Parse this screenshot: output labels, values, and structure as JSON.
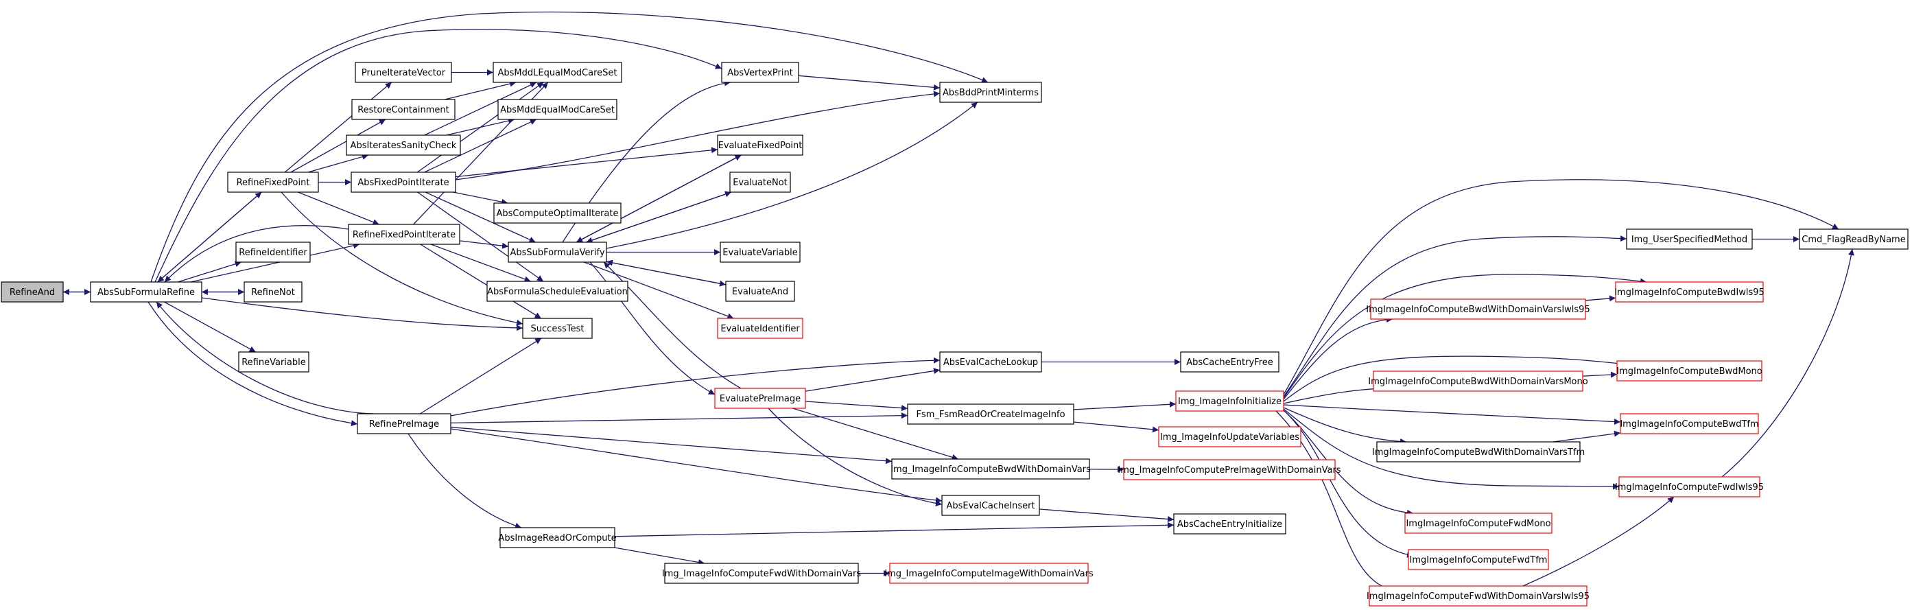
{
  "colors": {
    "edge": "#191970",
    "node_border": "#000000",
    "node_border_truncated": "#ff0000",
    "node_fill": "#ffffff",
    "root_fill": "#bfbfbf"
  },
  "nodes": {
    "RefineAnd": "RefineAnd",
    "AbsSubFormulaRefine": "AbsSubFormulaRefine",
    "RefineFixedPoint": "RefineFixedPoint",
    "RefineIdentifier": "RefineIdentifier",
    "RefineNot": "RefineNot",
    "RefineVariable": "RefineVariable",
    "RefineFixedPointIterate": "RefineFixedPointIterate",
    "RefinePreImage": "RefinePreImage",
    "PruneIterateVector": "PruneIterateVector",
    "RestoreContainment": "RestoreContainment",
    "AbsIteratesSanityCheck": "AbsIteratesSanityCheck",
    "AbsFixedPointIterate": "AbsFixedPointIterate",
    "AbsMddLEqualModCareSet": "AbsMddLEqualModCareSet",
    "AbsMddEqualModCareSet": "AbsMddEqualModCareSet",
    "AbsComputeOptimalIterate": "AbsComputeOptimalIterate",
    "AbsSubFormulaVerify": "AbsSubFormulaVerify",
    "AbsFormulaScheduleEvaluation": "AbsFormulaScheduleEvaluation",
    "SuccessTest": "SuccessTest",
    "AbsImageReadOrCompute": "AbsImageReadOrCompute",
    "AbsVertexPrint": "AbsVertexPrint",
    "EvaluateFixedPoint": "EvaluateFixedPoint",
    "EvaluateNot": "EvaluateNot",
    "EvaluateVariable": "EvaluateVariable",
    "EvaluateAnd": "EvaluateAnd",
    "EvaluateIdentifier": "EvaluateIdentifier",
    "EvaluatePreImage": "EvaluatePreImage",
    "AbsBddPrintMinterms": "AbsBddPrintMinterms",
    "AbsEvalCacheLookup": "AbsEvalCacheLookup",
    "Fsm_FsmReadOrCreateImageInfo": "Fsm_FsmReadOrCreateImageInfo",
    "Img_ImageInfoComputeBwdWithDomainVars": "Img_ImageInfoComputeBwdWithDomainVars",
    "AbsEvalCacheInsert": "AbsEvalCacheInsert",
    "Img_ImageInfoComputeFwdWithDomainVars": "Img_ImageInfoComputeFwdWithDomainVars",
    "AbsCacheEntryFree": "AbsCacheEntryFree",
    "Img_ImageInfoInitialize": "Img_ImageInfoInitialize",
    "Img_ImageInfoUpdateVariables": "Img_ImageInfoUpdateVariables",
    "Img_ImageInfoComputePreImageWithDomainVars": "Img_ImageInfoComputePreImageWithDomainVars",
    "AbsCacheEntryInitialize": "AbsCacheEntryInitialize",
    "Img_ImageInfoComputeImageWithDomainVars": "Img_ImageInfoComputeImageWithDomainVars",
    "Img_UserSpecifiedMethod": "Img_UserSpecifiedMethod",
    "ImgImageInfoComputeBwdWithDomainVarsIwls95": "ImgImageInfoComputeBwdWithDomainVarsIwls95",
    "ImgImageInfoComputeBwdWithDomainVarsMono": "ImgImageInfoComputeBwdWithDomainVarsMono",
    "ImgImageInfoComputeBwdWithDomainVarsTfm": "ImgImageInfoComputeBwdWithDomainVarsTfm",
    "ImgImageInfoComputeFwdMono": "ImgImageInfoComputeFwdMono",
    "ImgImageInfoComputeFwdTfm": "ImgImageInfoComputeFwdTfm",
    "ImgImageInfoComputeFwdWithDomainVarsIwls95": "ImgImageInfoComputeFwdWithDomainVarsIwls95",
    "Cmd_FlagReadByName": "Cmd_FlagReadByName",
    "ImgImageInfoComputeBwdIwls95": "ImgImageInfoComputeBwdIwls95",
    "ImgImageInfoComputeBwdMono": "ImgImageInfoComputeBwdMono",
    "ImgImageInfoComputeBwdTfm": "ImgImageInfoComputeBwdTfm",
    "ImgImageInfoComputeFwdIwls95": "ImgImageInfoComputeFwdIwls95"
  },
  "truncated_nodes": [
    "EvaluateIdentifier",
    "EvaluatePreImage",
    "Img_ImageInfoInitialize",
    "Img_ImageInfoUpdateVariables",
    "Img_ImageInfoComputePreImageWithDomainVars",
    "Img_ImageInfoComputeImageWithDomainVars",
    "ImgImageInfoComputeBwdWithDomainVarsIwls95",
    "ImgImageInfoComputeBwdWithDomainVarsMono",
    "ImgImageInfoComputeFwdMono",
    "ImgImageInfoComputeFwdTfm",
    "ImgImageInfoComputeFwdWithDomainVarsIwls95",
    "ImgImageInfoComputeBwdIwls95",
    "ImgImageInfoComputeBwdMono",
    "ImgImageInfoComputeBwdTfm",
    "ImgImageInfoComputeFwdIwls95"
  ],
  "root_node": "RefineAnd",
  "edges": [
    [
      "AbsSubFormulaRefine",
      "RefineAnd"
    ],
    [
      "AbsSubFormulaRefine",
      "RefineFixedPoint"
    ],
    [
      "AbsSubFormulaRefine",
      "RefineIdentifier"
    ],
    [
      "AbsSubFormulaRefine",
      "RefineNot"
    ],
    [
      "AbsSubFormulaRefine",
      "RefineVariable"
    ],
    [
      "AbsSubFormulaRefine",
      "RefineFixedPointIterate"
    ],
    [
      "AbsSubFormulaRefine",
      "RefinePreImage"
    ],
    [
      "AbsSubFormulaRefine",
      "SuccessTest"
    ],
    [
      "AbsSubFormulaRefine",
      "AbsVertexPrint"
    ],
    [
      "AbsSubFormulaRefine",
      "AbsBddPrintMinterms"
    ],
    [
      "RefineAnd",
      "AbsSubFormulaRefine"
    ],
    [
      "RefineNot",
      "AbsSubFormulaRefine"
    ],
    [
      "RefineFixedPoint",
      "AbsSubFormulaRefine"
    ],
    [
      "RefineFixedPointIterate",
      "AbsSubFormulaRefine"
    ],
    [
      "RefinePreImage",
      "AbsSubFormulaRefine"
    ],
    [
      "RefineFixedPoint",
      "PruneIterateVector"
    ],
    [
      "RefineFixedPoint",
      "RestoreContainment"
    ],
    [
      "RefineFixedPoint",
      "AbsIteratesSanityCheck"
    ],
    [
      "RefineFixedPoint",
      "AbsFixedPointIterate"
    ],
    [
      "RefineFixedPoint",
      "RefineFixedPointIterate"
    ],
    [
      "RefineFixedPoint",
      "SuccessTest"
    ],
    [
      "RefineFixedPointIterate",
      "AbsMddLEqualModCareSet"
    ],
    [
      "RefineFixedPointIterate",
      "AbsSubFormulaVerify"
    ],
    [
      "RefineFixedPointIterate",
      "AbsFormulaScheduleEvaluation"
    ],
    [
      "RefineFixedPointIterate",
      "SuccessTest"
    ],
    [
      "PruneIterateVector",
      "AbsMddLEqualModCareSet"
    ],
    [
      "RestoreContainment",
      "AbsMddLEqualModCareSet"
    ],
    [
      "AbsIteratesSanityCheck",
      "AbsMddLEqualModCareSet"
    ],
    [
      "AbsIteratesSanityCheck",
      "AbsMddEqualModCareSet"
    ],
    [
      "AbsFixedPointIterate",
      "AbsMddLEqualModCareSet"
    ],
    [
      "AbsFixedPointIterate",
      "AbsMddEqualModCareSet"
    ],
    [
      "AbsFixedPointIterate",
      "AbsComputeOptimalIterate"
    ],
    [
      "AbsFixedPointIterate",
      "AbsSubFormulaVerify"
    ],
    [
      "AbsFixedPointIterate",
      "AbsFormulaScheduleEvaluation"
    ],
    [
      "AbsFixedPointIterate",
      "AbsBddPrintMinterms"
    ],
    [
      "AbsFixedPointIterate",
      "EvaluateFixedPoint"
    ],
    [
      "AbsSubFormulaVerify",
      "AbsVertexPrint"
    ],
    [
      "AbsSubFormulaVerify",
      "EvaluateFixedPoint"
    ],
    [
      "AbsSubFormulaVerify",
      "EvaluateNot"
    ],
    [
      "AbsSubFormulaVerify",
      "EvaluateVariable"
    ],
    [
      "AbsSubFormulaVerify",
      "EvaluateAnd"
    ],
    [
      "AbsSubFormulaVerify",
      "EvaluateIdentifier"
    ],
    [
      "AbsSubFormulaVerify",
      "EvaluatePreImage"
    ],
    [
      "AbsSubFormulaVerify",
      "AbsBddPrintMinterms"
    ],
    [
      "EvaluateFixedPoint",
      "AbsSubFormulaVerify"
    ],
    [
      "EvaluateNot",
      "AbsSubFormulaVerify"
    ],
    [
      "EvaluateAnd",
      "AbsSubFormulaVerify"
    ],
    [
      "EvaluatePreImage",
      "AbsSubFormulaVerify"
    ],
    [
      "AbsVertexPrint",
      "AbsBddPrintMinterms"
    ],
    [
      "RefinePreImage",
      "SuccessTest"
    ],
    [
      "RefinePreImage",
      "AbsEvalCacheLookup"
    ],
    [
      "RefinePreImage",
      "Fsm_FsmReadOrCreateImageInfo"
    ],
    [
      "RefinePreImage",
      "Img_ImageInfoComputeBwdWithDomainVars"
    ],
    [
      "RefinePreImage",
      "AbsEvalCacheInsert"
    ],
    [
      "RefinePreImage",
      "AbsImageReadOrCompute"
    ],
    [
      "EvaluatePreImage",
      "AbsEvalCacheLookup"
    ],
    [
      "EvaluatePreImage",
      "Fsm_FsmReadOrCreateImageInfo"
    ],
    [
      "EvaluatePreImage",
      "Img_ImageInfoComputeBwdWithDomainVars"
    ],
    [
      "EvaluatePreImage",
      "AbsEvalCacheInsert"
    ],
    [
      "AbsEvalCacheLookup",
      "AbsCacheEntryFree"
    ],
    [
      "AbsEvalCacheInsert",
      "AbsCacheEntryInitialize"
    ],
    [
      "AbsImageReadOrCompute",
      "AbsCacheEntryInitialize"
    ],
    [
      "AbsImageReadOrCompute",
      "Img_ImageInfoComputeFwdWithDomainVars"
    ],
    [
      "Img_ImageInfoComputeFwdWithDomainVars",
      "Img_ImageInfoComputeImageWithDomainVars"
    ],
    [
      "Img_ImageInfoComputeBwdWithDomainVars",
      "Img_ImageInfoComputePreImageWithDomainVars"
    ],
    [
      "Fsm_FsmReadOrCreateImageInfo",
      "Img_ImageInfoInitialize"
    ],
    [
      "Fsm_FsmReadOrCreateImageInfo",
      "Img_ImageInfoUpdateVariables"
    ],
    [
      "Img_ImageInfoInitialize",
      "Img_UserSpecifiedMethod"
    ],
    [
      "Img_ImageInfoInitialize",
      "Cmd_FlagReadByName"
    ],
    [
      "Img_ImageInfoInitialize",
      "ImgImageInfoComputeBwdIwls95"
    ],
    [
      "Img_ImageInfoInitialize",
      "ImgImageInfoComputeBwdWithDomainVarsIwls95"
    ],
    [
      "Img_ImageInfoInitialize",
      "ImgImageInfoComputeBwdMono"
    ],
    [
      "Img_ImageInfoInitialize",
      "ImgImageInfoComputeBwdWithDomainVarsMono"
    ],
    [
      "Img_ImageInfoInitialize",
      "ImgImageInfoComputeBwdTfm"
    ],
    [
      "Img_ImageInfoInitialize",
      "ImgImageInfoComputeBwdWithDomainVarsTfm"
    ],
    [
      "Img_ImageInfoInitialize",
      "ImgImageInfoComputeFwdIwls95"
    ],
    [
      "Img_ImageInfoInitialize",
      "ImgImageInfoComputeFwdMono"
    ],
    [
      "Img_ImageInfoInitialize",
      "ImgImageInfoComputeFwdTfm"
    ],
    [
      "Img_ImageInfoInitialize",
      "ImgImageInfoComputeFwdWithDomainVarsIwls95"
    ],
    [
      "Img_UserSpecifiedMethod",
      "Cmd_FlagReadByName"
    ],
    [
      "ImgImageInfoComputeBwdWithDomainVarsIwls95",
      "ImgImageInfoComputeBwdIwls95"
    ],
    [
      "ImgImageInfoComputeBwdWithDomainVarsMono",
      "ImgImageInfoComputeBwdMono"
    ],
    [
      "ImgImageInfoComputeBwdWithDomainVarsTfm",
      "ImgImageInfoComputeBwdTfm"
    ],
    [
      "ImgImageInfoComputeFwdWithDomainVarsIwls95",
      "ImgImageInfoComputeFwdIwls95"
    ],
    [
      "ImgImageInfoComputeFwdIwls95",
      "Cmd_FlagReadByName"
    ]
  ]
}
